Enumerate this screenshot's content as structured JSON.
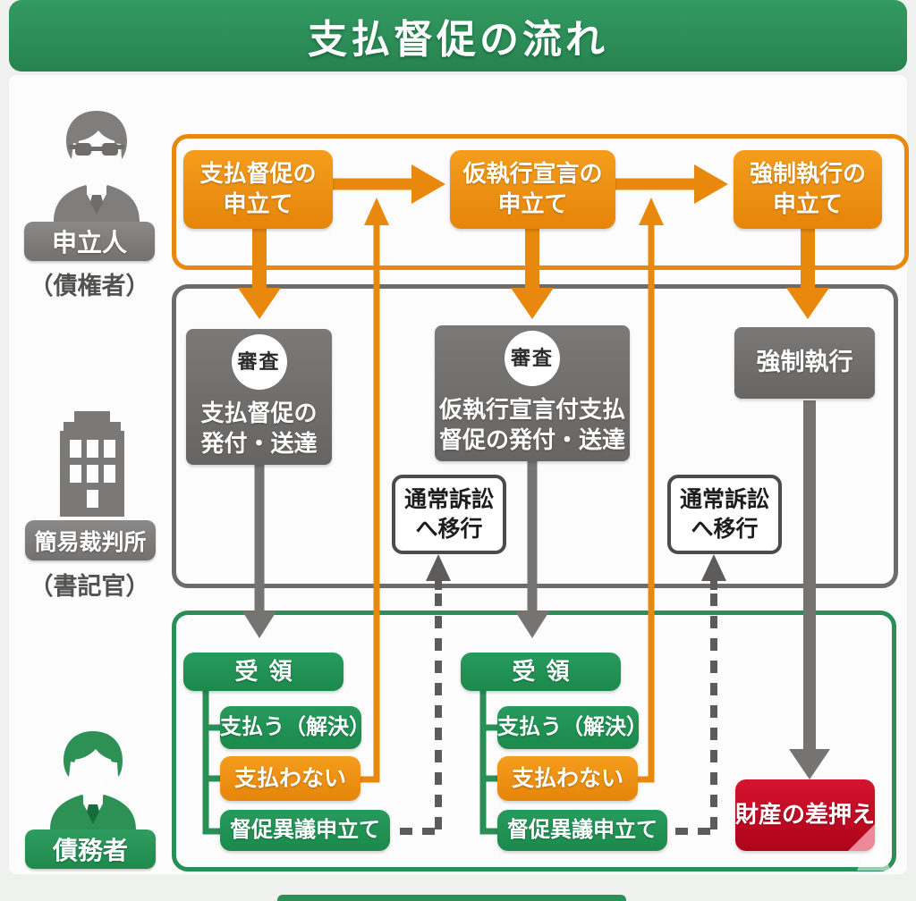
{
  "title": "支払督促の流れ",
  "colors": {
    "green": "#2a8f56",
    "greenBox": "#1f9254",
    "orange": "#e8880c",
    "orangeBox": "#ef9110",
    "grayBox": "#706e6c",
    "grayLabel": "#7f7d7b",
    "grayArrow": "#757472",
    "dashGray": "#5d5c5a",
    "red": "#c60b22",
    "bg": "#eff1ef",
    "panel": "#fbfcfb",
    "whiteBoxBorder": "#4b4b49"
  },
  "lanes": {
    "applicant": {
      "label": "申立人",
      "sublabel": "（債権者）",
      "icon": "person-with-glasses-icon"
    },
    "court": {
      "label": "簡易裁判所",
      "sublabel": "（書記官）",
      "icon": "courthouse-building-icon"
    },
    "debtor": {
      "label": "債務者",
      "icon": "person-icon"
    }
  },
  "applicant_lane": {
    "steps": [
      {
        "label": "支払督促の\n申立て"
      },
      {
        "label": "仮執行宣言の\n申立て"
      },
      {
        "label": "強制執行の\n申立て"
      }
    ]
  },
  "court_lane": {
    "steps": [
      {
        "badge": "審査",
        "label": "支払督促の\n発付・送達"
      },
      {
        "badge": "審査",
        "label": "仮執行宣言付支払\n督促の発付・送達"
      },
      {
        "label": "強制執行"
      }
    ],
    "transfers": [
      {
        "label": "通常訴訟\nへ移行"
      },
      {
        "label": "通常訴訟\nへ移行"
      }
    ]
  },
  "debtor_lane": {
    "groups": [
      {
        "receipt": "受領",
        "options": [
          "支払う（解決）",
          "支払わない",
          "督促異議申立て"
        ]
      },
      {
        "receipt": "受領",
        "options": [
          "支払う（解決）",
          "支払わない",
          "督促異議申立て"
        ]
      }
    ],
    "seizure": "財産の差押え"
  }
}
